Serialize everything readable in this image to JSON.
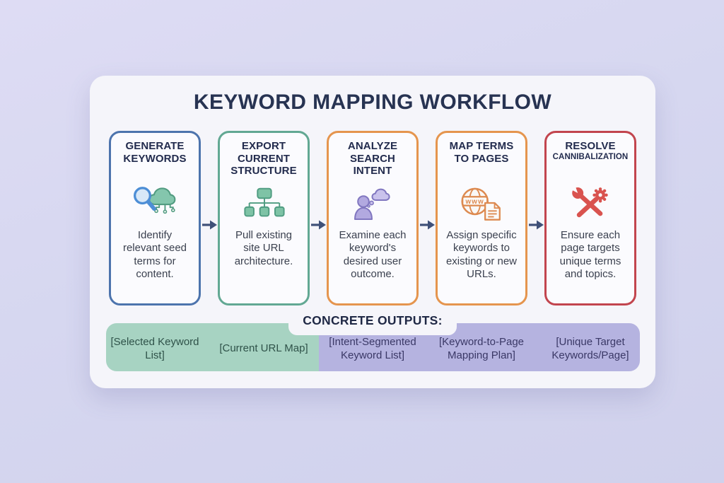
{
  "page": {
    "background_color": "#d6d7f0",
    "card_color": "#f5f5fa",
    "title": "KEYWORD MAPPING WORKFLOW",
    "title_color": "#273352"
  },
  "icons": {
    "flow_arrow": "→",
    "step_icons": [
      "search-and-cloud-network",
      "sitemap-hierarchy",
      "person-thought-bubble",
      "globe-www-document",
      "wrench-and-gear"
    ]
  },
  "steps": [
    {
      "title": "GENERATE KEYWORDS",
      "description": "Identify relevant seed terms for content.",
      "icon": "search-cloud-icon",
      "accent": "#4d74ad"
    },
    {
      "title": "EXPORT CURRENT STRUCTURE",
      "description": "Pull existing site URL architecture.",
      "icon": "sitemap-icon",
      "accent": "#62a893"
    },
    {
      "title": "ANALYZE SEARCH INTENT",
      "description": "Examine each keyword's desired user outcome.",
      "icon": "user-thought-icon",
      "accent": "#e5954e"
    },
    {
      "title": "MAP TERMS TO PAGES",
      "description": "Assign specific keywords to existing or new URLs.",
      "icon": "globe-document-icon",
      "accent": "#e5954e"
    },
    {
      "title": "RESOLVE",
      "title_small": "CANNIBALIZATION",
      "description": "Ensure each page targets unique terms and topics.",
      "icon": "tools-icon",
      "accent": "#c2454e"
    }
  ],
  "arrow_color": "#3f5078",
  "outputs": {
    "label": "CONCRETE OUTPUTS:",
    "teal_color": "#a7d3c2",
    "purple_color": "#b5b3e0",
    "teal_text_color": "#2f5249",
    "purple_text_color": "#3a3866",
    "items": [
      {
        "text": "[Selected Keyword List]",
        "group": "teal"
      },
      {
        "text": "[Current URL Map]",
        "group": "teal"
      },
      {
        "text": "[Intent-Segmented Keyword List]",
        "group": "purple"
      },
      {
        "text": "[Keyword-to-Page Mapping Plan]",
        "group": "purple"
      },
      {
        "text": "[Unique Target Keywords/Page]",
        "group": "purple"
      }
    ]
  }
}
